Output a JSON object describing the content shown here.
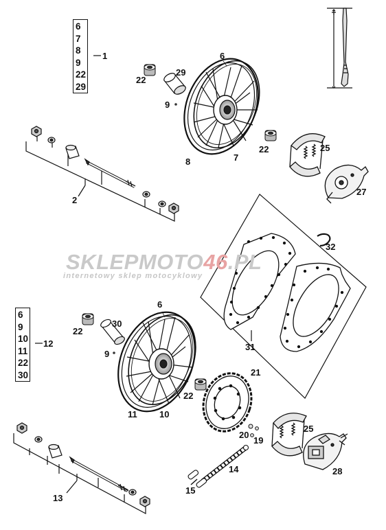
{
  "watermark": {
    "brand_main": "SKLEPMOTO",
    "brand_accent": "46",
    "brand_end": ".PL",
    "tagline": "internetowy sklep motocyklowy",
    "main_color": "#c9c9c9",
    "accent_color": "#e8a3a3"
  },
  "kits": {
    "front": {
      "items": [
        "6",
        "7",
        "8",
        "9",
        "22",
        "29"
      ],
      "callout": "1"
    },
    "rear": {
      "items": [
        "6",
        "9",
        "10",
        "11",
        "22",
        "30"
      ],
      "callout": "12"
    }
  },
  "callouts": {
    "c2": "2",
    "c6a": "6",
    "c6b": "6",
    "c7": "7",
    "c8": "8",
    "c9a": "9",
    "c9b": "9",
    "c10": "10",
    "c11": "11",
    "c13": "13",
    "c14": "14",
    "c15": "15",
    "c19": "19",
    "c20": "20",
    "c21": "21",
    "c22a": "22",
    "c22b": "22",
    "c22c": "22",
    "c22d": "22",
    "c25a": "25",
    "c25b": "25",
    "c27": "27",
    "c28": "28",
    "c29": "29",
    "c30": "30",
    "c31": "31",
    "c32": "32"
  }
}
